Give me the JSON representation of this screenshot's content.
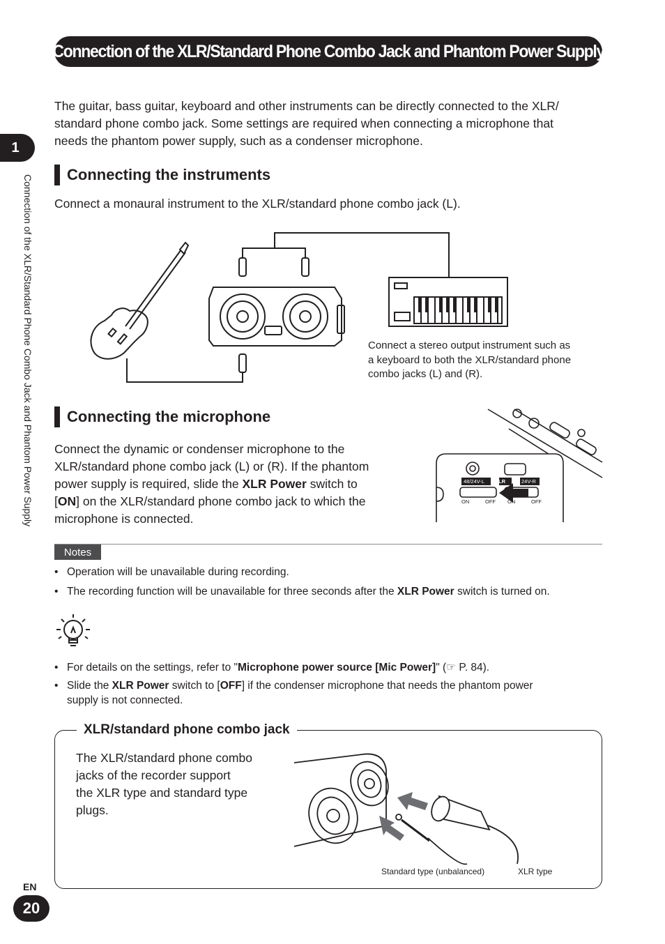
{
  "header": {
    "title": "Connection of the XLR/Standard Phone Combo Jack and Phantom Power Supply",
    "chapter_number": "1",
    "side_label": "Connection of the XLR/Standard Phone Combo Jack and Phantom Power Supply"
  },
  "intro": {
    "lines": [
      "The guitar, bass guitar, keyboard and other instruments can be directly connected to the XLR/",
      "standard phone combo jack. Some settings are required when connecting a microphone that",
      "needs the phantom power supply, such as a condenser microphone."
    ]
  },
  "instruments": {
    "heading": "Connecting the instruments",
    "text": "Connect a monaural instrument to the XLR/standard phone combo jack (L).",
    "caption_lines": [
      "Connect a stereo output instrument such as",
      "a keyboard to both the XLR/standard phone",
      "combo jacks (L) and (R)."
    ]
  },
  "microphone": {
    "heading": "Connecting the microphone",
    "line1": "Connect the dynamic or condenser microphone to the",
    "line2": "XLR/standard phone combo jack (L) or (R). If the phantom",
    "line3_pre": "power supply is required, slide the ",
    "line3_bold": "XLR Power",
    "line3_post": " switch to",
    "line4_pre": "[",
    "line4_bold": "ON",
    "line4_post": "] on the XLR/standard phone combo jack to which the",
    "line5": "microphone is connected.",
    "panel": {
      "label_left": "48/24V-L",
      "label_mid": "XLR",
      "label_right": "24V-R",
      "on1": "ON",
      "off1": "OFF",
      "on2": "ON",
      "off2": "OFF"
    }
  },
  "notes": {
    "tag": "Notes",
    "items": [
      {
        "text": "Operation will be unavailable during recording."
      },
      {
        "pre": "The recording function will be unavailable for three seconds after the ",
        "bold": "XLR Power",
        "post": " switch is turned on."
      }
    ]
  },
  "tips": {
    "icon": "lightbulb-icon",
    "item1": {
      "pre": "For details on the settings, refer to \"",
      "bold": "Microphone power source [Mic Power]",
      "post": "\" (",
      "ref_symbol": "☞",
      "ref": " P. 84)."
    },
    "item2": {
      "pre": "Slide the ",
      "bold": "XLR Power",
      "mid": " switch to [",
      "bold2": "OFF",
      "post": "] if the condenser microphone that needs the phantom power",
      "line2": "supply is not connected."
    }
  },
  "combo_jack": {
    "title": "XLR/standard phone combo jack",
    "text_lines": [
      "The XLR/standard phone combo",
      "jacks of the recorder support",
      "the XLR type and standard type",
      "plugs."
    ],
    "label_standard": "Standard type (unbalanced)",
    "label_xlr": "XLR type"
  },
  "footer": {
    "lang": "EN",
    "page": "20"
  }
}
